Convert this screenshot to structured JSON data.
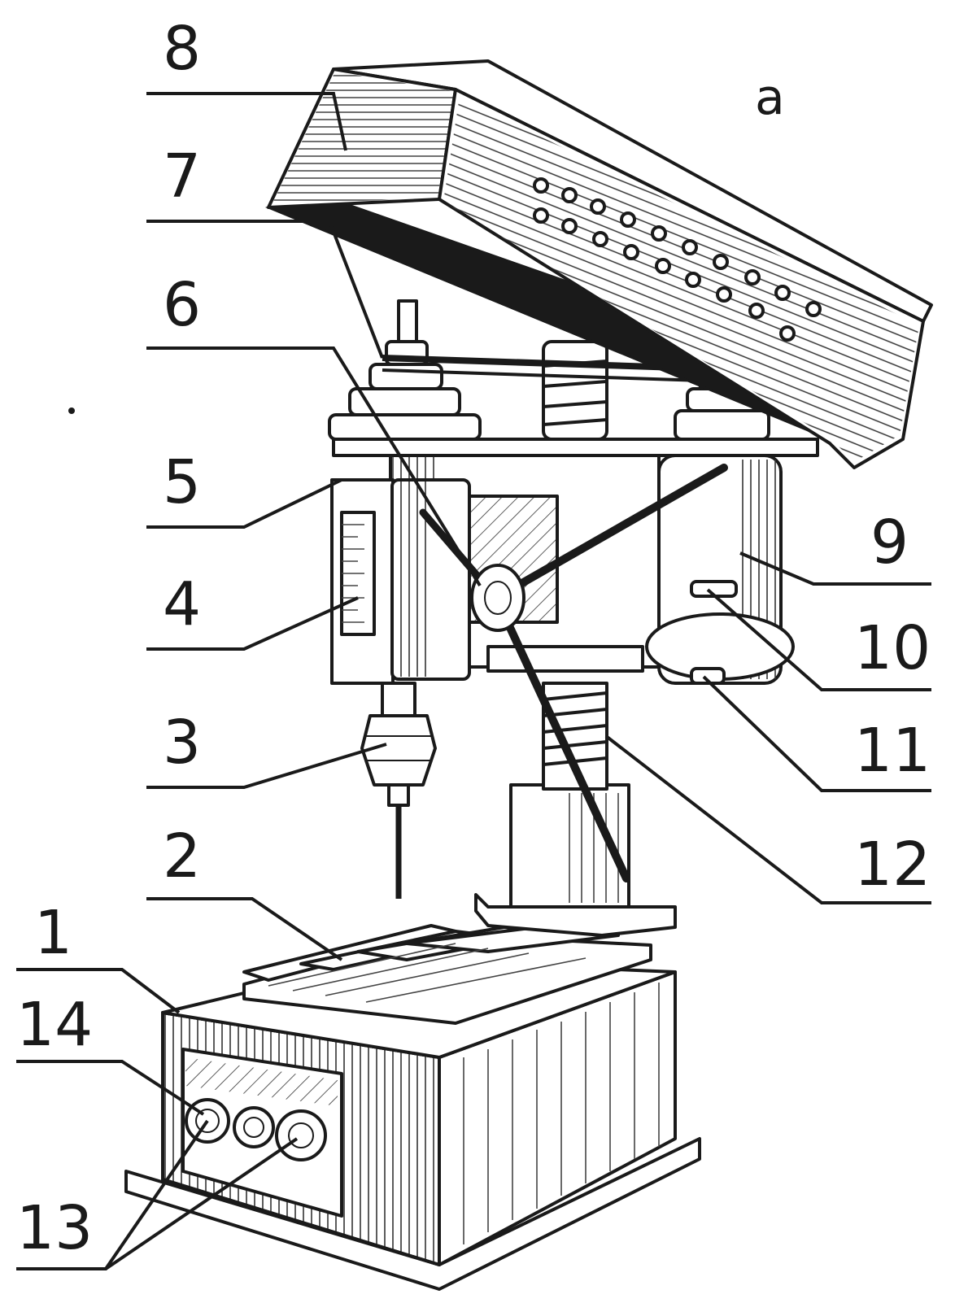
{
  "figure": {
    "letter": "a",
    "callouts": [
      {
        "label": "1"
      },
      {
        "label": "2"
      },
      {
        "label": "3"
      },
      {
        "label": "4"
      },
      {
        "label": "5"
      },
      {
        "label": "6"
      },
      {
        "label": "7"
      },
      {
        "label": "8"
      },
      {
        "label": "9"
      },
      {
        "label": "10"
      },
      {
        "label": "11"
      },
      {
        "label": "12"
      },
      {
        "label": "13"
      },
      {
        "label": "14"
      }
    ]
  }
}
